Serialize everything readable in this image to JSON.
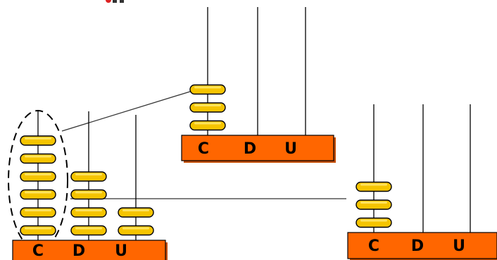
{
  "palette": {
    "bead": "#f5c400",
    "bead_highlight": "#ffe35c",
    "frame": "#ff6600",
    "frame_shadow": "#c44d00",
    "rod": "#000000",
    "ink": "#000000"
  },
  "abaci": [
    {
      "id": "abacus-left",
      "labels": [
        "C",
        "D",
        "U"
      ],
      "bead_counts": [
        6,
        4,
        2
      ]
    },
    {
      "id": "abacus-top",
      "labels": [
        "C",
        "D",
        "U"
      ],
      "bead_counts": [
        3,
        0,
        0
      ]
    },
    {
      "id": "abacus-right",
      "labels": [
        "C",
        "D",
        "U"
      ],
      "bead_counts": [
        3,
        0,
        0
      ]
    }
  ],
  "group_marker": "dashed-ellipse",
  "connectors": [
    "left-hundreds-to-top-abacus",
    "left-abacus-to-right-abacus"
  ]
}
